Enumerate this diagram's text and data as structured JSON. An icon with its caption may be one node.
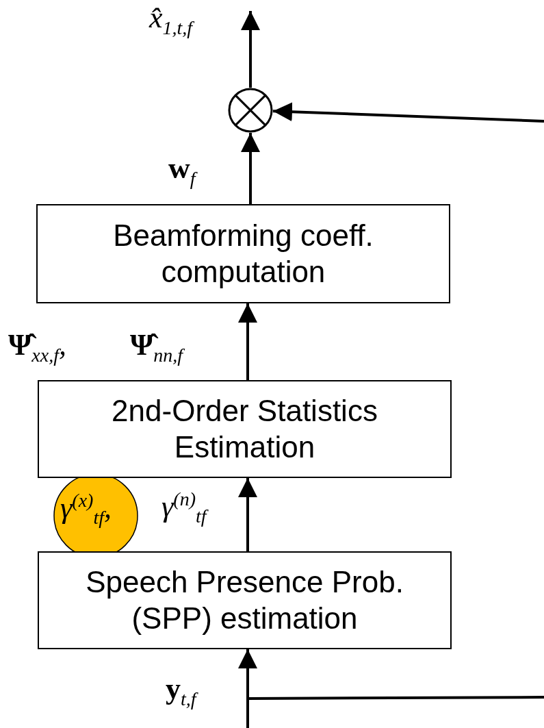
{
  "diagram": {
    "nodes": [
      {
        "text": [],
        "shape": "circle"
      },
      {
        "text": [
          "Beamforming coeff. computation"
        ]
      },
      {
        "text": [
          "2nd-Order Statistics Estimation"
        ]
      },
      {
        "text": [
          "Speech Presence Prob. (SPP) estimation"
        ]
      }
    ],
    "edges": [
      {
        "from": 0,
        "to": null,
        "arrow": "to"
      },
      {
        "from": null,
        "to": 0,
        "arrow": "to"
      },
      {
        "from": 1,
        "to": 0,
        "arrow": "to"
      },
      {
        "from": 2,
        "to": 1,
        "arrow": "to"
      },
      {
        "from": 3,
        "to": 2,
        "arrow": "to"
      },
      {
        "from": null,
        "to": 3,
        "arrow": "to"
      }
    ],
    "labels": [
      "x̂$_{1,t,f}$",
      "**w**$_{f}$",
      "**Ψ̂**$_{xx,f}$,",
      "**Ψ̂**$_{nn,f}$",
      "γ$^{(x)}$$_{tf}$,",
      "γ$^{(n)}$$_{tf}$",
      "**y**$_{t,f}$"
    ]
  }
}
